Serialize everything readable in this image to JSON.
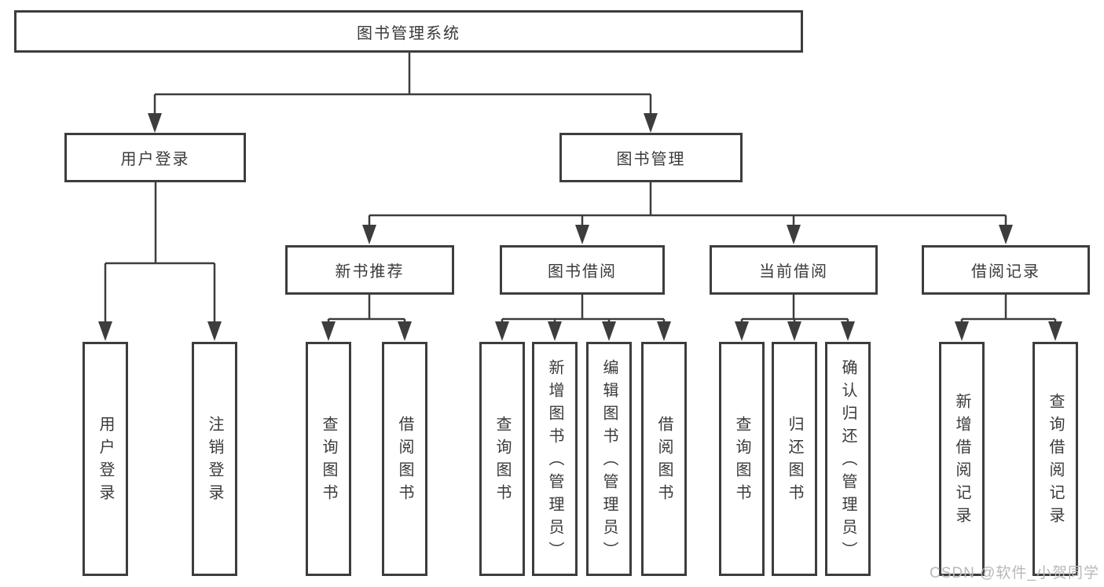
{
  "tree": {
    "label": "图书管理系统",
    "children": [
      {
        "label": "用户登录",
        "children": [
          {
            "label": "用户登录"
          },
          {
            "label": "注销登录"
          }
        ]
      },
      {
        "label": "图书管理",
        "children": [
          {
            "label": "新书推荐",
            "children": [
              {
                "label": "查询图书"
              },
              {
                "label": "借阅图书"
              }
            ]
          },
          {
            "label": "图书借阅",
            "children": [
              {
                "label": "查询图书"
              },
              {
                "label": "新增图书（管理员）"
              },
              {
                "label": "编辑图书（管理员）"
              },
              {
                "label": "借阅图书"
              }
            ]
          },
          {
            "label": "当前借阅",
            "children": [
              {
                "label": "查询图书"
              },
              {
                "label": "归还图书"
              },
              {
                "label": "确认归还（管理员）"
              }
            ]
          },
          {
            "label": "借阅记录",
            "children": [
              {
                "label": "新增借阅记录"
              },
              {
                "label": "查询借阅记录"
              }
            ]
          }
        ]
      }
    ]
  },
  "watermark": {
    "text": "CSDN @软件_小贺同学"
  },
  "colors": {
    "line": "#3d3d3d",
    "box_border": "#3d3d3d",
    "text": "#3a3a3a",
    "watermark": "#b8b8b8",
    "background": "#ffffff"
  }
}
